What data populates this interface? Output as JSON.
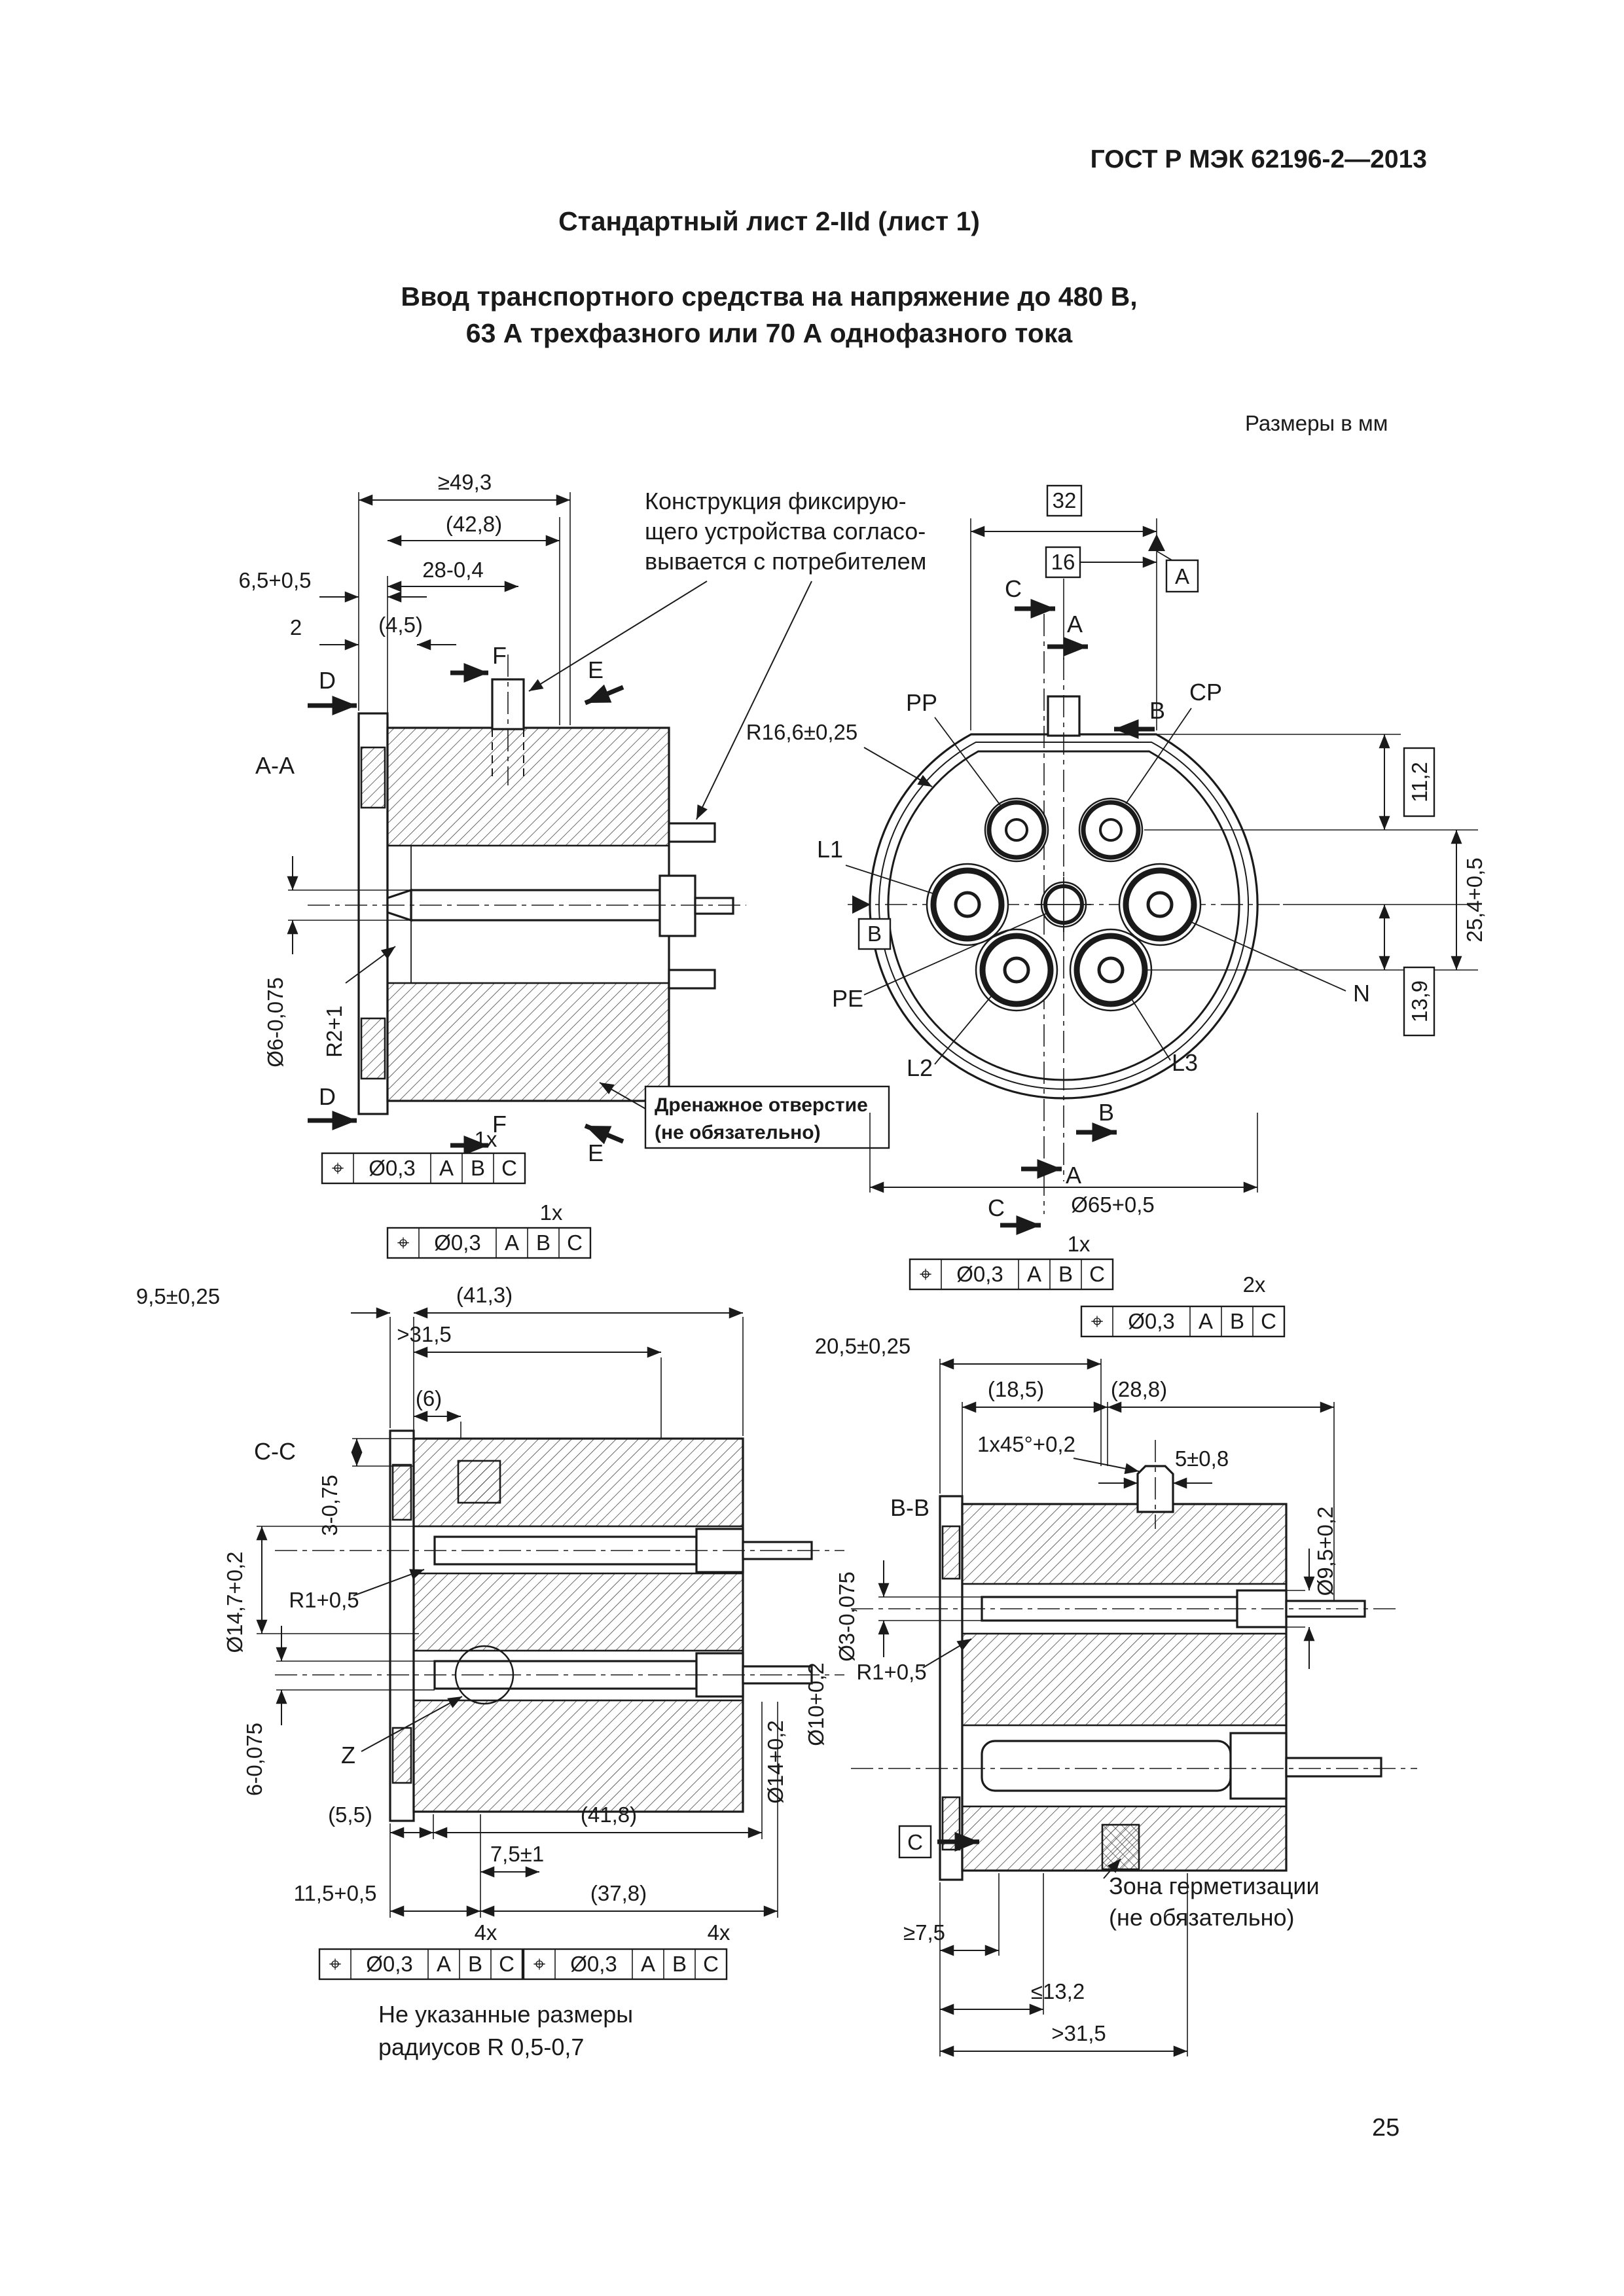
{
  "page": {
    "header": "ГОСТ Р МЭК 62196-2—2013",
    "title": "Стандартный лист 2-IId (лист 1)",
    "subtitle_line1": "Ввод транспортного средства на напряжение до 480 В,",
    "subtitle_line2": "63 А трехфазного или 70 А однофазного тока",
    "units_note": "Размеры в мм",
    "page_number": "25"
  },
  "tolerance_frame": {
    "symbol": "⌖",
    "value": "Ø0,3",
    "datum_a": "A",
    "datum_b": "B",
    "datum_c": "C"
  },
  "section_aa": {
    "label": "A-A",
    "marker_d": "D",
    "marker_e": "E",
    "marker_f": "F",
    "dim_depth": "≥49,3",
    "dim_42_8": "(42,8)",
    "dim_28": "28-0,4",
    "dim_6_5": "6,5+0,5",
    "dim_2": "2",
    "dim_4_5": "(4,5)",
    "dim_dia6": "Ø6-0,075",
    "dim_r2": "R2+1",
    "qty": "1x",
    "note_fixing_line1": "Конструкция фиксирую-",
    "note_fixing_line2": "щего устройства согласо-",
    "note_fixing_line3": "вывается с потребителем",
    "note_drain_line1": "Дренажное отверстие",
    "note_drain_line2": "(не обязательно)"
  },
  "mid_callout": {
    "qty": "1x"
  },
  "front_view": {
    "dim_32": "32",
    "dim_16": "16",
    "datum_a": "A",
    "datum_b": "B",
    "marker_a": "A",
    "marker_b": "B",
    "marker_c": "C",
    "pin_pp": "PP",
    "pin_cp": "CP",
    "pin_l1": "L1",
    "pin_l2": "L2",
    "pin_l3": "L3",
    "pin_n": "N",
    "pin_pe": "PE",
    "dim_r16_6": "R16,6±0,25",
    "dim_11_2": "11,2",
    "dim_25_4": "25,4+0,5",
    "dim_13_9": "13,9",
    "dim_dia65": "Ø65+0,5",
    "qty": "1x"
  },
  "section_cc": {
    "label": "C-C",
    "dim_9_5": "9,5±0,25",
    "dim_41_3": "(41,3)",
    "dim_31_5": ">31,5",
    "dim_6": "(6)",
    "dim_3": "3-0,75",
    "dim_dia14_7": "Ø14,7+0,2",
    "dim_r1": "R1+0,5",
    "dim_6_hole": "6-0,075",
    "detail_z": "Z",
    "dim_5_5": "(5,5)",
    "dim_41_8": "(41,8)",
    "dim_7_5": "7,5±1",
    "dim_11_5": "11,5+0,5",
    "dim_37_8": "(37,8)",
    "dim_dia14": "Ø14+0,2",
    "dim_dia10": "Ø10+0,2",
    "qty_left": "4x",
    "qty_right": "4x",
    "note_radii_line1": "Не указанные размеры",
    "note_radii_line2": "радиусов R 0,5-0,7"
  },
  "section_bb": {
    "label": "B-B",
    "qty": "2x",
    "dim_20_5": "20,5±0,25",
    "dim_18_5": "(18,5)",
    "dim_28_8": "(28,8)",
    "dim_chamfer": "1x45°+0,2",
    "dim_5": "5±0,8",
    "dim_dia3": "Ø3-0,075",
    "dim_r1": "R1+0,5",
    "dim_dia9_5": "Ø9,5+0,2",
    "datum_c": "C",
    "note_seal_line1": "Зона герметизации",
    "note_seal_line2": "(не обязательно)",
    "dim_min7_5": "≥7,5",
    "dim_max13_2": "≤13,2",
    "dim_31_5": ">31,5"
  }
}
